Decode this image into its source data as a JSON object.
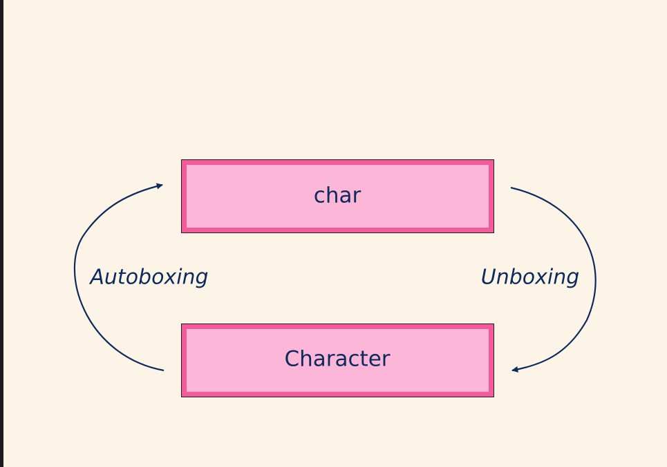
{
  "colors": {
    "background": "#fdf4e8",
    "box_fill": "#fbb6d8",
    "box_inner_border": "#f45a9a",
    "box_outer_border": "#1f1f1f",
    "text": "#0d2a5c",
    "arrow": "#0d2a5c",
    "left_border": "#1b1b1b"
  },
  "diagram": {
    "top_box": {
      "label": "char"
    },
    "bottom_box": {
      "label": "Character"
    },
    "left_arrow": {
      "label": "Autoboxing",
      "direction": "bottom-to-top"
    },
    "right_arrow": {
      "label": "Unboxing",
      "direction": "top-to-bottom"
    }
  }
}
